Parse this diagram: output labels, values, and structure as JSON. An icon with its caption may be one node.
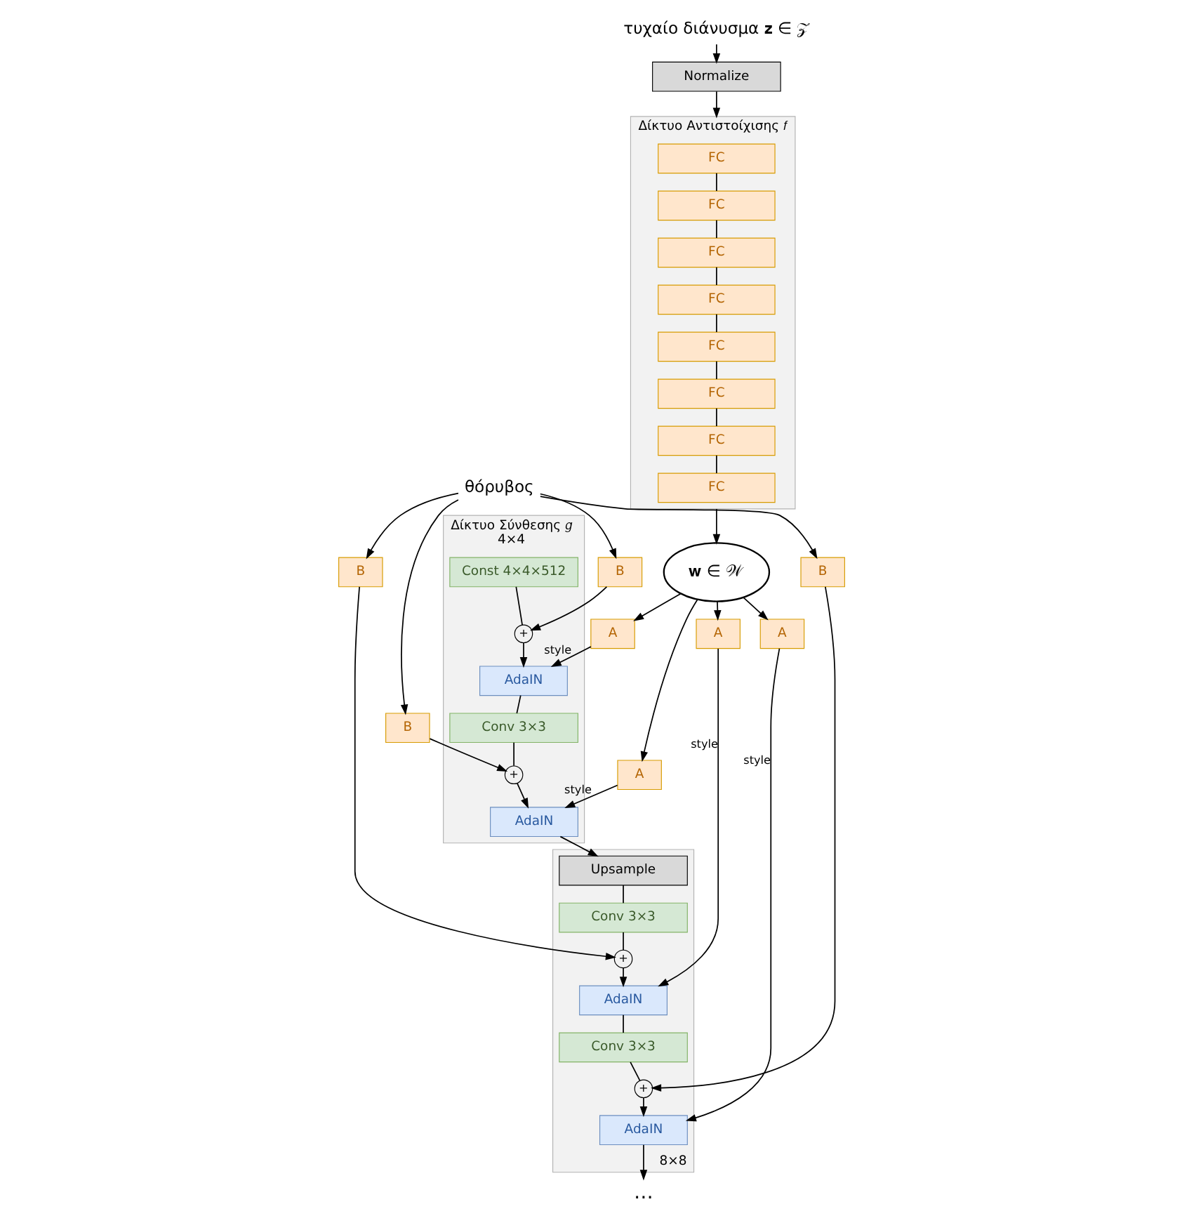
{
  "diagram": {
    "nodes": [
      {
        "text": [
          "τυχαίο διάνυσμα 𝐳 ∈ 𝒵"
        ]
      },
      {
        "text": [
          "Normalize"
        ]
      },
      {
        "text": [
          "Δίκτυο Αντιστοίχισης 𝑓"
        ]
      },
      {
        "text": [
          "FC"
        ],
        "in": 2
      },
      {
        "text": [
          "FC"
        ],
        "in": 2
      },
      {
        "text": [
          "FC"
        ],
        "in": 2
      },
      {
        "text": [
          "FC"
        ],
        "in": 2
      },
      {
        "text": [
          "FC"
        ],
        "in": 2
      },
      {
        "text": [
          "FC"
        ],
        "in": 2
      },
      {
        "text": [
          "FC"
        ],
        "in": 2
      },
      {
        "text": [
          "FC"
        ],
        "in": 2
      },
      {
        "text": [
          "𝐰 ∈ 𝒲"
        ]
      },
      {
        "text": [
          "θόρυβος"
        ]
      },
      {
        "text": [
          "Δίκτυο Σύνθεσης 𝑔",
          "4×4"
        ]
      },
      {
        "text": [
          "Const 4×4×512"
        ],
        "in": 13
      },
      {
        "text": [
          "+"
        ],
        "in": 13
      },
      {
        "text": [
          "AdaIN"
        ],
        "in": 13
      },
      {
        "text": [
          "Conv 3×3"
        ],
        "in": 13
      },
      {
        "text": [
          "+"
        ],
        "in": 13
      },
      {
        "text": [
          "AdaIN"
        ],
        "in": 13
      },
      {
        "text": [
          "8×8"
        ]
      },
      {
        "text": [
          "Upsample"
        ],
        "in": 20
      },
      {
        "text": [
          "Conv 3×3"
        ],
        "in": 20
      },
      {
        "text": [
          "+"
        ],
        "in": 20
      },
      {
        "text": [
          "AdaIN"
        ],
        "in": 20
      },
      {
        "text": [
          "Conv 3×3"
        ],
        "in": 20
      },
      {
        "text": [
          "+"
        ],
        "in": 20
      },
      {
        "text": [
          "AdaIN"
        ],
        "in": 20
      },
      {
        "text": [
          "A"
        ]
      },
      {
        "text": [
          "A"
        ]
      },
      {
        "text": [
          "A"
        ]
      },
      {
        "text": [
          "A"
        ]
      },
      {
        "text": [
          "B"
        ]
      },
      {
        "text": [
          "B"
        ]
      },
      {
        "text": [
          "B"
        ]
      },
      {
        "text": [
          "B"
        ]
      },
      {
        "text": [
          "…"
        ]
      }
    ],
    "edges": [
      {
        "from": 0,
        "to": 1,
        "arrow": "to"
      },
      {
        "from": 1,
        "to": 2,
        "arrow": "to"
      },
      {
        "from": 3,
        "to": 4,
        "arrow": "none"
      },
      {
        "from": 4,
        "to": 5,
        "arrow": "none"
      },
      {
        "from": 5,
        "to": 6,
        "arrow": "none"
      },
      {
        "from": 6,
        "to": 7,
        "arrow": "none"
      },
      {
        "from": 7,
        "to": 8,
        "arrow": "none"
      },
      {
        "from": 8,
        "to": 9,
        "arrow": "none"
      },
      {
        "from": 9,
        "to": 10,
        "arrow": "none"
      },
      {
        "from": 2,
        "to": 11,
        "arrow": "to"
      },
      {
        "from": 11,
        "to": 28,
        "arrow": "to"
      },
      {
        "from": 11,
        "to": 29,
        "arrow": "to"
      },
      {
        "from": 11,
        "to": 30,
        "arrow": "to"
      },
      {
        "from": 11,
        "to": 31,
        "arrow": "to"
      },
      {
        "from": 12,
        "to": 32,
        "arrow": "to"
      },
      {
        "from": 12,
        "to": 33,
        "arrow": "to"
      },
      {
        "from": 12,
        "to": 34,
        "arrow": "to"
      },
      {
        "from": 12,
        "to": 35,
        "arrow": "to"
      },
      {
        "from": 14,
        "to": 15,
        "arrow": "none"
      },
      {
        "from": 32,
        "to": 15,
        "arrow": "to"
      },
      {
        "from": 15,
        "to": 16,
        "arrow": "to"
      },
      {
        "from": 28,
        "to": 16,
        "arrow": "to",
        "label": "style"
      },
      {
        "from": 16,
        "to": 17,
        "arrow": "none"
      },
      {
        "from": 17,
        "to": 18,
        "arrow": "none"
      },
      {
        "from": 33,
        "to": 18,
        "arrow": "to"
      },
      {
        "from": 18,
        "to": 19,
        "arrow": "to"
      },
      {
        "from": 29,
        "to": 19,
        "arrow": "to",
        "label": "style"
      },
      {
        "from": 19,
        "to": 21,
        "arrow": "to"
      },
      {
        "from": 21,
        "to": 22,
        "arrow": "none"
      },
      {
        "from": 22,
        "to": 23,
        "arrow": "none"
      },
      {
        "from": 34,
        "to": 23,
        "arrow": "to"
      },
      {
        "from": 23,
        "to": 24,
        "arrow": "to"
      },
      {
        "from": 30,
        "to": 24,
        "arrow": "to",
        "label": "style"
      },
      {
        "from": 24,
        "to": 25,
        "arrow": "none"
      },
      {
        "from": 25,
        "to": 26,
        "arrow": "none"
      },
      {
        "from": 35,
        "to": 26,
        "arrow": "to"
      },
      {
        "from": 26,
        "to": 27,
        "arrow": "to"
      },
      {
        "from": 31,
        "to": 27,
        "arrow": "to",
        "label": "style"
      },
      {
        "from": 27,
        "to": 36,
        "arrow": "to"
      }
    ]
  }
}
